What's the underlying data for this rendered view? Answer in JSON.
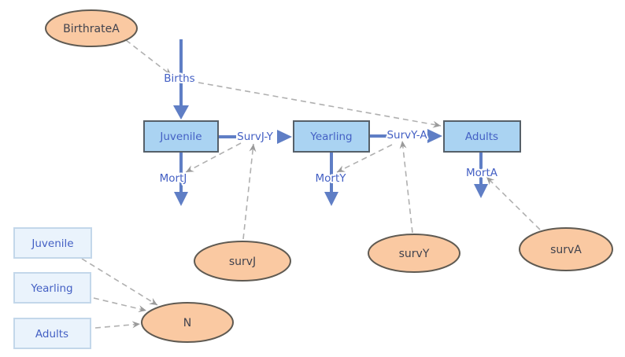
{
  "diagram": {
    "stocks": [
      {
        "label": "Juvenile"
      },
      {
        "label": "Yearling"
      },
      {
        "label": "Adults"
      }
    ],
    "flows": {
      "births": "Births",
      "surv_j_y": "SurvJ-Y",
      "surv_y_a": "SurvY-A",
      "mort_j": "MortJ",
      "mort_y": "MortY",
      "mort_a": "MortA"
    },
    "converters": {
      "birthrate_a": "BirthrateA",
      "surv_j": "survJ",
      "surv_y": "survY",
      "surv_a": "survA",
      "n": "N"
    },
    "variable_boxes": [
      {
        "label": "Juvenile"
      },
      {
        "label": "Yearling"
      },
      {
        "label": "Adults"
      }
    ],
    "colors": {
      "stock_fill": "#aad3f2",
      "stock_border": "#566069",
      "converter_fill": "#fac9a2",
      "converter_border": "#5f5a52",
      "flow_blue": "#5f7ec5",
      "label_blue": "#4460c4",
      "converter_text": "#41434e",
      "influence_gray": "#b0b0b0",
      "variable_box_fill": "#eaf3fc",
      "variable_box_border": "#c3d7ea",
      "background": "#ffffff"
    }
  }
}
